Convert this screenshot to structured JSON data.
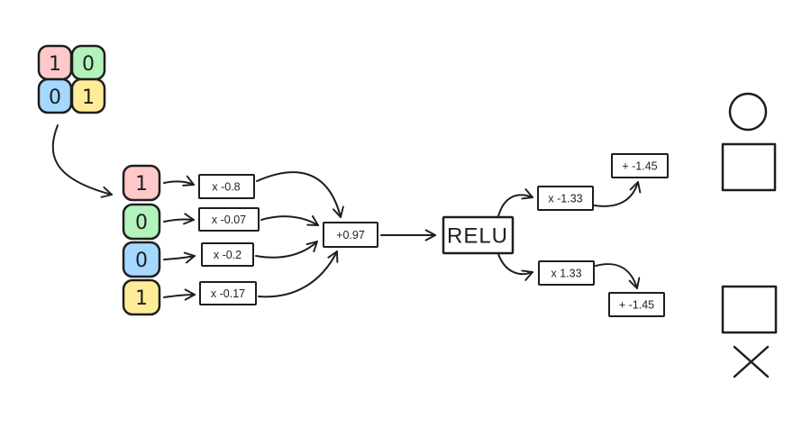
{
  "colors": {
    "stroke": "#1e1e1e",
    "cell_pink": "#ffc9c9",
    "cell_green": "#b2f2bb",
    "cell_blue": "#a5d8ff",
    "cell_yellow": "#ffec99"
  },
  "input_grid": {
    "cells": [
      {
        "value": "1",
        "color": "#ffc9c9"
      },
      {
        "value": "0",
        "color": "#b2f2bb"
      },
      {
        "value": "0",
        "color": "#a5d8ff"
      },
      {
        "value": "1",
        "color": "#ffec99"
      }
    ]
  },
  "input_column": {
    "cells": [
      {
        "value": "1",
        "color": "#ffc9c9"
      },
      {
        "value": "0",
        "color": "#b2f2bb"
      },
      {
        "value": "0",
        "color": "#a5d8ff"
      },
      {
        "value": "1",
        "color": "#ffec99"
      }
    ]
  },
  "hidden_neuron": {
    "weights": [
      {
        "label": "x -0.8"
      },
      {
        "label": "x -0.07"
      },
      {
        "label": "x -0.2"
      },
      {
        "label": "x -0.17"
      }
    ],
    "bias_label": "+0.97",
    "activation_label": "RELU"
  },
  "output_top": {
    "weight_label": "x -1.33",
    "bias_label": "+ -1.45"
  },
  "output_bottom": {
    "weight_label": "x 1.33",
    "bias_label": "+ -1.45"
  },
  "legend": {
    "shapes": [
      "circle",
      "square",
      "square",
      "cross"
    ]
  }
}
